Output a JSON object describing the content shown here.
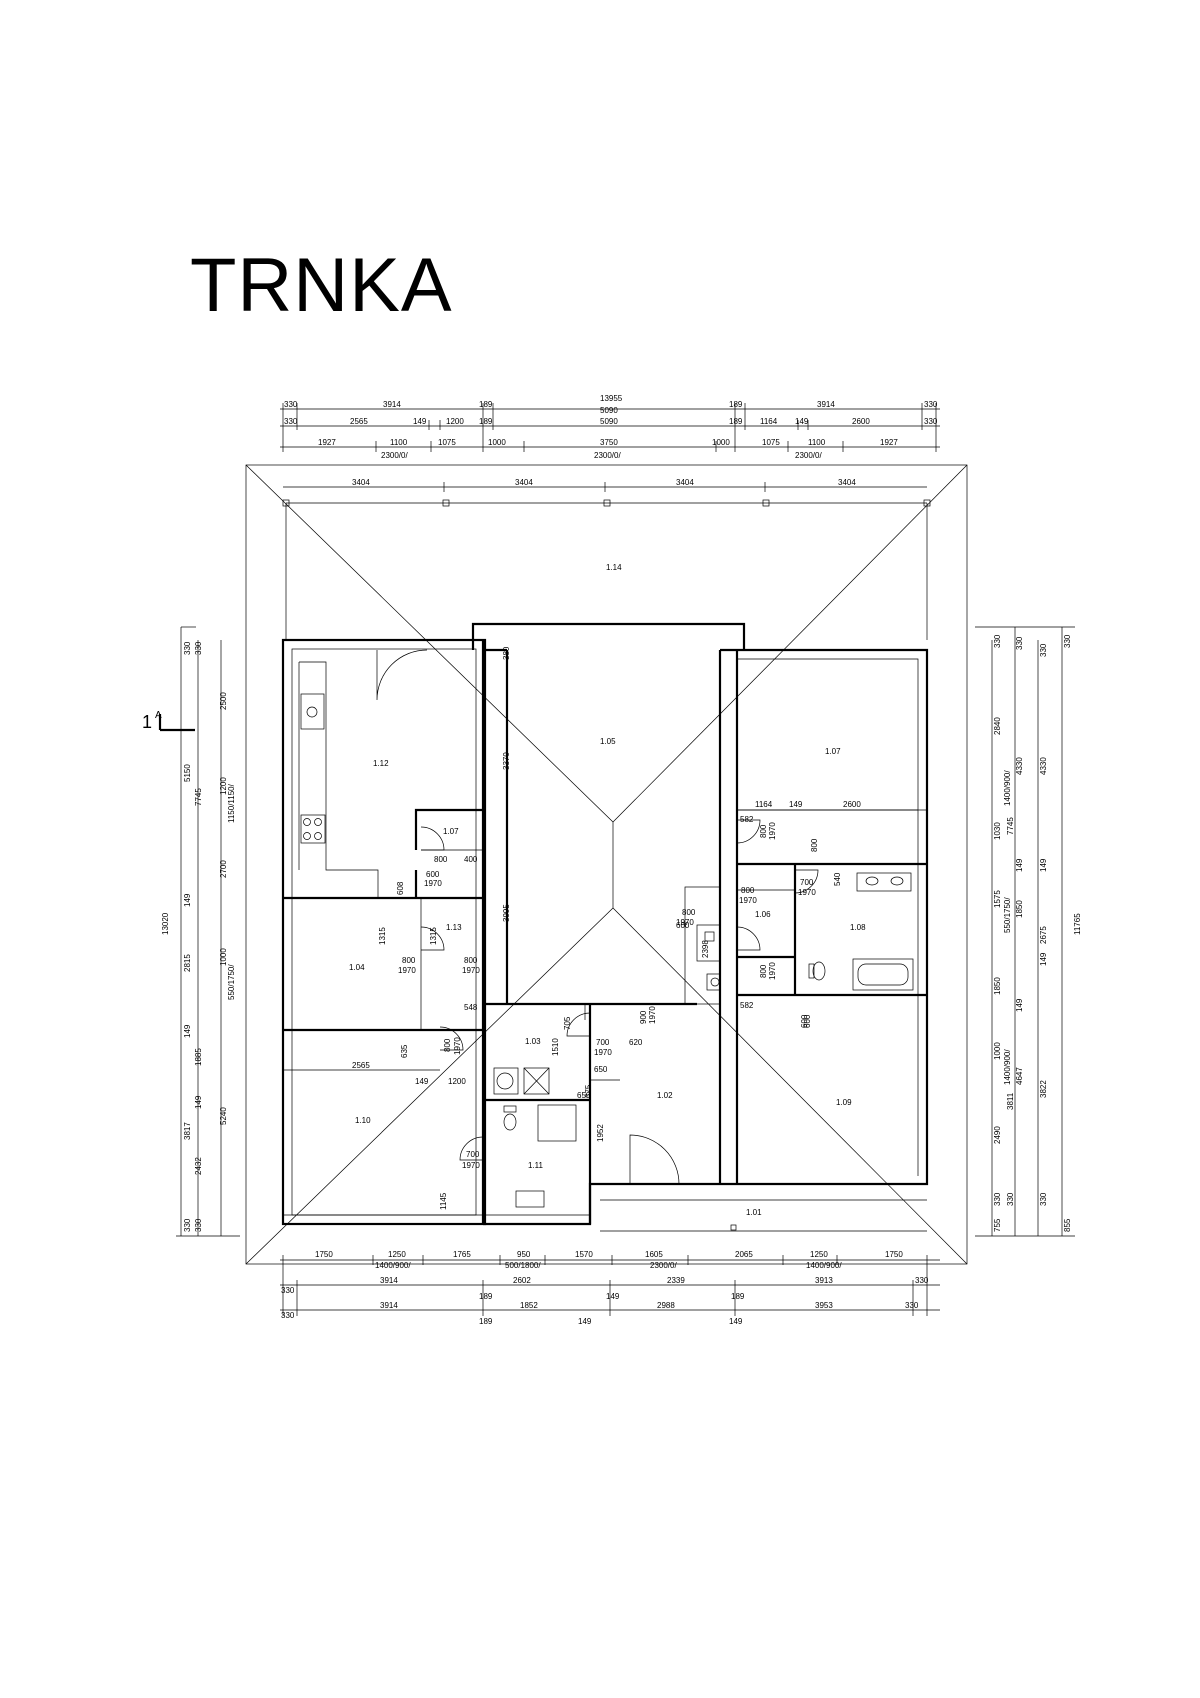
{
  "title": "TRNKA",
  "section_marker": {
    "number": "1",
    "letter": "A"
  },
  "rooms": {
    "r101": "1.01",
    "r102": "1.02",
    "r103": "1.03",
    "r104": "1.04",
    "r105": "1.05",
    "r106": "1.06",
    "r107": "1.07",
    "r107b": "1.07",
    "r108": "1.08",
    "r109": "1.09",
    "r110": "1.10",
    "r111": "1.11",
    "r112": "1.12",
    "r113": "1.13",
    "r114": "1.14"
  },
  "dims": {
    "top": {
      "t1": [
        "330",
        "3914",
        "13955",
        "189",
        "3914",
        "330"
      ],
      "t1b": [
        "189",
        "5090",
        "189"
      ],
      "t2": [
        "330",
        "2565",
        "149",
        "1200",
        "189",
        "5090",
        "189",
        "1164",
        "149",
        "2600",
        "330"
      ],
      "t3": [
        "1927",
        "1100",
        "1075",
        "1000",
        "3750",
        "1000",
        "1075",
        "1100",
        "1927"
      ],
      "t3w": [
        "2300/0/",
        "2300/0/",
        "2300/0/"
      ],
      "t4": [
        "3404",
        "3404",
        "3404",
        "3404"
      ]
    },
    "bottom": {
      "b1": [
        "1750",
        "1250",
        "1765",
        "950",
        "1570",
        "1605",
        "2065",
        "1250",
        "1750"
      ],
      "b1w": [
        "1400/900/",
        "500/1800/",
        "2300/0/",
        "1400/900/"
      ],
      "b2": [
        "330",
        "3914",
        "2602",
        "2339",
        "3913",
        "330"
      ],
      "b2s": [
        "189",
        "149",
        "189"
      ],
      "b3": [
        "330",
        "3914",
        "1852",
        "2988",
        "3953",
        "330"
      ],
      "b3s": [
        "189",
        "149",
        "149"
      ]
    },
    "left": {
      "total": "13020",
      "l1": [
        "330",
        "5150",
        "149",
        "2815",
        "149",
        "3817",
        "330"
      ],
      "l2": [
        "7745",
        "1885",
        "149",
        "2432"
      ],
      "l3": [
        "2500",
        "1200",
        "2700",
        "1000",
        "5240"
      ],
      "l3w": [
        "1150/1150/",
        "550/1750/"
      ]
    },
    "right": {
      "total": "11765",
      "r1": [
        "330",
        "2840",
        "1030",
        "1575",
        "1850",
        "1000",
        "2490",
        "330",
        "755"
      ],
      "r1w": [
        "1400/900/",
        "550/1750/",
        "1400/900/"
      ],
      "r2": [
        "330",
        "4330",
        "7745",
        "1850",
        "149",
        "149",
        "4647",
        "3811",
        "330"
      ],
      "r3": [
        "330",
        "4330",
        "149",
        "2675",
        "149",
        "3822",
        "330",
        "855"
      ],
      "r4": [
        "330",
        "330"
      ]
    },
    "interior": {
      "d1": "1164",
      "d2": "149",
      "d3": "2600",
      "d4": "582",
      "d5": "582",
      "d6": "800",
      "d7": "1970",
      "d8": "700",
      "d9": "1970",
      "d10": "540",
      "d11": "800",
      "d12": "1970",
      "d13": "800",
      "d14": "1970",
      "d15": "600",
      "d16": "800",
      "d17": "2398",
      "d18": "900",
      "d19": "1970",
      "d20": "3370",
      "d21": "380",
      "d22": "3995",
      "d23": "600",
      "d24": "1970",
      "d25": "400",
      "d26": "608",
      "d27": "1315",
      "d28": "1315",
      "d29": "800",
      "d30": "1970",
      "d31": "800",
      "d32": "1970",
      "d33": "548",
      "d34": "800",
      "d35": "1970",
      "d36": "635",
      "d37": "2565",
      "d38": "149",
      "d39": "1200",
      "d40": "705",
      "d41": "1510",
      "d42": "700",
      "d43": "1970",
      "d44": "620",
      "d45": "650",
      "d46": "650",
      "d47": "375",
      "d48": "1952",
      "d49": "700",
      "d50": "1970",
      "d51": "1145",
      "d52": "600",
      "d53": "800",
      "d54": "1970",
      "d55": "600"
    }
  }
}
